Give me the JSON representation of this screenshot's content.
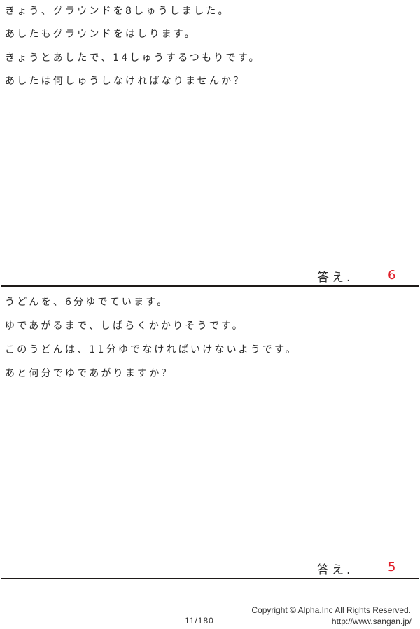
{
  "problems": [
    {
      "lines": [
        "きょう、グラウンドを8しゅうしました。",
        "あしたもグラウンドをはしります。",
        "きょうとあしたで、14しゅうするつもりです。",
        "あしたは何しゅうしなければなりませんか？"
      ],
      "answer_label": "答え.",
      "answer_value": "6"
    },
    {
      "lines": [
        "うどんを、6分ゆでています。",
        "ゆであがるまで、しばらくかかりそうです。",
        "このうどんは、11分ゆでなければいけないようです。",
        "あと何分でゆであがりますか？"
      ],
      "answer_label": "答え.",
      "answer_value": "5"
    }
  ],
  "footer": {
    "page": "11/180",
    "copyright": "Copyright ©  Alpha.Inc All Rights Reserved.",
    "url": "http://www.sangan.jp/"
  },
  "colors": {
    "answer": "#e0202a",
    "text": "#2a2a2a",
    "divider": "#1e1a18"
  }
}
